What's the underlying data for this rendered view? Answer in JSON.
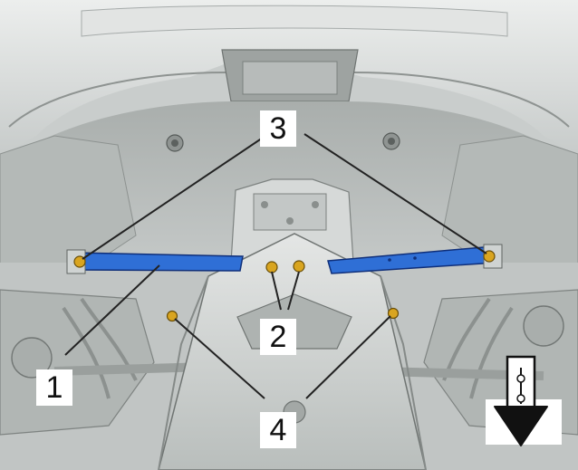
{
  "colors": {
    "crossbar": "#2f6fd6",
    "crossbar_edge": "#0f2f7a",
    "fastener": "#d9a520",
    "leader_line": "#222222",
    "body_panel": "#d9dcdb",
    "shadow": "#9aa09e"
  },
  "callouts": {
    "c1": "1",
    "c2": "2",
    "c3": "3",
    "c4": "4"
  },
  "icons": {
    "direction_arrow": "vehicle-forward-arrow-icon"
  }
}
